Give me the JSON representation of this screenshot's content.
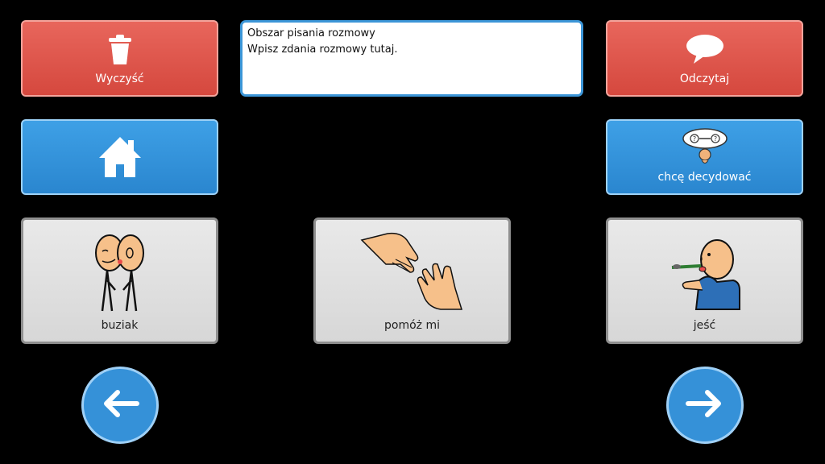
{
  "buttons": {
    "clear_label": "Wyczyść",
    "speak_label": "Odczytaj",
    "decide_label": "chcę decydować",
    "kiss_label": "buziak",
    "help_label": "pomóż mi",
    "eat_label": "jeść"
  },
  "text_area": {
    "line1": "Obszar pisania rozmowy",
    "line2": "Wpisz zdania rozmowy tutaj."
  },
  "icons": {
    "clear": "trash-icon",
    "speak": "speech-bubble-icon",
    "home": "home-icon",
    "decide": "thinking-person-icon",
    "kiss": "kiss-icon",
    "help": "helping-hands-icon",
    "eat": "eating-icon",
    "back": "arrow-left-icon",
    "forward": "arrow-right-icon"
  },
  "colors": {
    "red": "#d5483e",
    "blue": "#2a86cf",
    "grey": "#d7d7d7"
  }
}
